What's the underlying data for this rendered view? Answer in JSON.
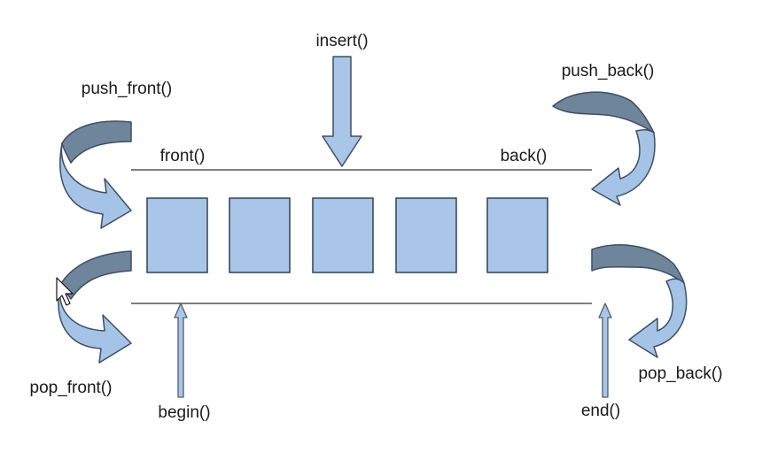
{
  "labels": {
    "insert": "insert()",
    "push_front": "push_front()",
    "push_back": "push_back()",
    "front": "front()",
    "back": "back()",
    "pop_front": "pop_front()",
    "pop_back": "pop_back()",
    "begin": "begin()",
    "end": "end()"
  },
  "colors": {
    "element_fill": "#a9c6e8",
    "element_stroke": "#2f4058",
    "arrow_dark": "#6f859c",
    "arrow_light": "#a5c3e6",
    "rail_line": "#555555"
  },
  "element_count": 5
}
